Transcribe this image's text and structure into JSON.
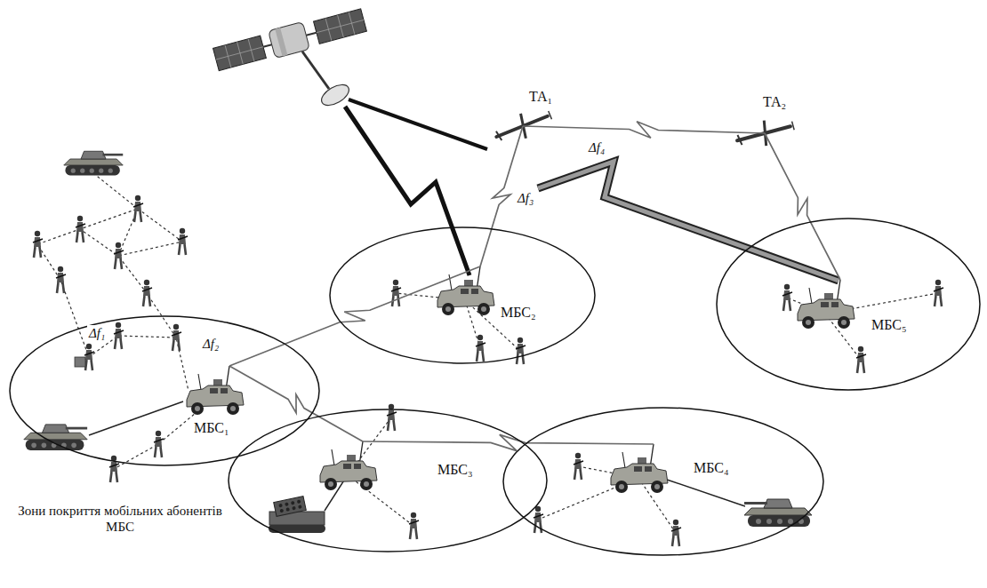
{
  "diagram": {
    "nodes": [
      {
        "text": [
          "ТА₁"
        ]
      },
      {
        "text": [
          "ТА₂"
        ]
      },
      {
        "text": [
          "МБС₂"
        ]
      },
      {
        "text": [
          "МБС₅"
        ]
      },
      {
        "text": [
          "МБС₁"
        ]
      },
      {
        "text": [
          "МБС₃"
        ]
      },
      {
        "text": [
          "МБС₄"
        ]
      }
    ],
    "edges": [
      {
        "from": 4,
        "to": 2,
        "arrow": "none",
        "label": "Δf₂"
      },
      {
        "from": 4,
        "to": 5,
        "arrow": "none"
      },
      {
        "from": 5,
        "to": 6,
        "arrow": "none"
      },
      {
        "from": 2,
        "to": 0,
        "arrow": "none",
        "label": "Δf₃"
      },
      {
        "from": 0,
        "to": 1,
        "arrow": "none"
      },
      {
        "from": 1,
        "to": 3,
        "arrow": "none"
      }
    ],
    "labels": [
      "Δf₁",
      "Δf₄",
      "Зони покриття мобільних абонентів МБС"
    ]
  }
}
